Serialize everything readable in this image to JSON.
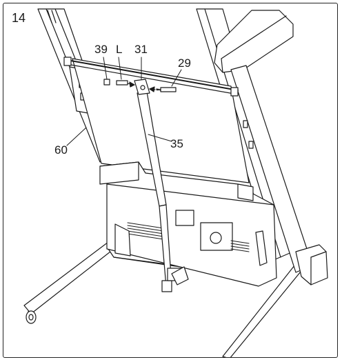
{
  "step_number": "14",
  "part_labels": {
    "p39": "39",
    "pL": "L",
    "p31": "31",
    "p29": "29",
    "p35": "35",
    "p60": "60"
  },
  "colors": {
    "line": "#1a1a1a",
    "fill": "#ffffff"
  }
}
